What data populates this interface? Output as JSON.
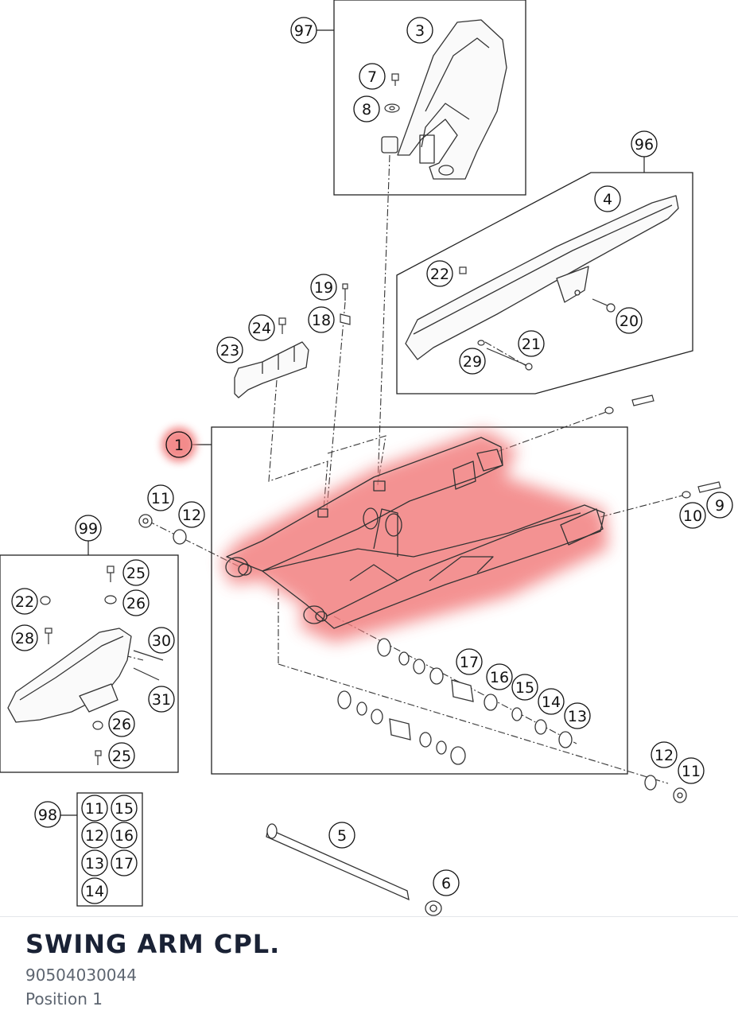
{
  "part": {
    "title": "SWING ARM CPL.",
    "number": "90504030044",
    "position": "Position 1"
  },
  "diagram": {
    "highlight_color": "#f27f7f",
    "callouts": [
      {
        "id": "c97",
        "label": "97"
      },
      {
        "id": "c3",
        "label": "3"
      },
      {
        "id": "c7",
        "label": "7"
      },
      {
        "id": "c8",
        "label": "8"
      },
      {
        "id": "c96",
        "label": "96"
      },
      {
        "id": "c4",
        "label": "4"
      },
      {
        "id": "c22a",
        "label": "22"
      },
      {
        "id": "c20",
        "label": "20"
      },
      {
        "id": "c21",
        "label": "21"
      },
      {
        "id": "c29",
        "label": "29"
      },
      {
        "id": "c19",
        "label": "19"
      },
      {
        "id": "c18",
        "label": "18"
      },
      {
        "id": "c24",
        "label": "24"
      },
      {
        "id": "c23",
        "label": "23"
      },
      {
        "id": "c1",
        "label": "1"
      },
      {
        "id": "c11a",
        "label": "11"
      },
      {
        "id": "c12a",
        "label": "12"
      },
      {
        "id": "c9",
        "label": "9"
      },
      {
        "id": "c10",
        "label": "10"
      },
      {
        "id": "c99",
        "label": "99"
      },
      {
        "id": "c25a",
        "label": "25"
      },
      {
        "id": "c22b",
        "label": "22"
      },
      {
        "id": "c26a",
        "label": "26"
      },
      {
        "id": "c28",
        "label": "28"
      },
      {
        "id": "c30",
        "label": "30"
      },
      {
        "id": "c31",
        "label": "31"
      },
      {
        "id": "c26b",
        "label": "26"
      },
      {
        "id": "c25b",
        "label": "25"
      },
      {
        "id": "c17a",
        "label": "17"
      },
      {
        "id": "c16a",
        "label": "16"
      },
      {
        "id": "c15a",
        "label": "15"
      },
      {
        "id": "c14a",
        "label": "14"
      },
      {
        "id": "c13a",
        "label": "13"
      },
      {
        "id": "c12b",
        "label": "12"
      },
      {
        "id": "c11b",
        "label": "11"
      },
      {
        "id": "c98",
        "label": "98"
      },
      {
        "id": "c11c",
        "label": "11"
      },
      {
        "id": "c15b",
        "label": "15"
      },
      {
        "id": "c12c",
        "label": "12"
      },
      {
        "id": "c16b",
        "label": "16"
      },
      {
        "id": "c13b",
        "label": "13"
      },
      {
        "id": "c17b",
        "label": "17"
      },
      {
        "id": "c14b",
        "label": "14"
      },
      {
        "id": "c5",
        "label": "5"
      },
      {
        "id": "c6",
        "label": "6"
      }
    ]
  }
}
